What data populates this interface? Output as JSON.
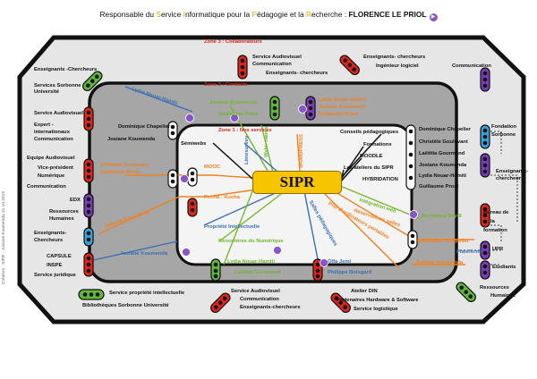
{
  "header": {
    "prefix": "Responsable du ",
    "w1_initial": "S",
    "w1_rest": "ervice ",
    "w2_initial": "I",
    "w2_rest": "nformatique pour la ",
    "w3_initial": "P",
    "w3_rest": "édagogie et la ",
    "w4_initial": "R",
    "w4_rest": "echerche : ",
    "name": "FLORENCE LE PRIOL",
    "badge_icon": "play-circle-icon"
  },
  "center": {
    "label": "SIPR"
  },
  "zones": {
    "zone3": "Zone 3 : Collaborateurs",
    "zone2": "Zone 2 : Contacts",
    "zone1": "Zone 1 : Nos services"
  },
  "credit": "Création : SIPR - Josiane Koumenda 31.10.2019",
  "outer_labels": {
    "top_ens": "Enseignants -Chercheurs",
    "top_sorbonne": [
      "Services Sorbonne",
      "Université"
    ],
    "top_av": [
      "Service Audiovisuel",
      "Communication",
      "Enseignants- chercheurs"
    ],
    "top_ens_right": "Enseignants- chercheurs",
    "top_ing": "Ingénieur logiciel",
    "top_comm": "Communication",
    "left_av": "Service Audiovisuel",
    "left_expert": [
      "Expert -",
      "internationaux",
      "Communication"
    ],
    "left_equipe": "Equipe Audiovisuel",
    "left_vp": [
      "Vice-président",
      "Numérique",
      "Communication"
    ],
    "left_edx": "EDX",
    "left_rh": [
      "Ressources",
      "Humaines"
    ],
    "left_ens": [
      "Enseignants-",
      "Chercheurs"
    ],
    "left_capsule": [
      "CAPSULE",
      "INSPE",
      "Service juridique"
    ],
    "right_fondation": [
      "Fondation",
      "Sorbonne"
    ],
    "right_ens": [
      "Enseignants-",
      "chercheurs"
    ],
    "right_bureau": [
      "Bureau de",
      "la",
      "formation"
    ],
    "right_upr": "UPR",
    "right_etudiants": "Etudiants",
    "right_rh": [
      "Ressources",
      "Humaines"
    ],
    "bottom_left": [
      "Service propriété intellectuelle",
      "Bibliothèques Sorbonne Université"
    ],
    "bottom_mid": [
      "Service Audiovisuel",
      "Communication",
      "Enseignants-chercheurs"
    ],
    "bottom_right": [
      "Atelier DIN",
      "Partenaires Hardware & Software",
      "Service logistique"
    ]
  },
  "people": {
    "lydia_nh": "Lydia Nouar-Hamiti",
    "dominique_c": "Dominique Chapelier",
    "josiane_k": "Josiane Koumenda",
    "guillaume_p": "Guillaume Prost",
    "lydia_nh_right1": "Lydia Nouar-Hamiti",
    "josiane_right": "Josiane Koumenda",
    "guillaume_right": "Guillaume Prost",
    "christele": "Christèle Goulevant",
    "guillaume_left": "Guillaume Prost",
    "josiane_left": "Josiane Koumenda",
    "josiane_koum_left": "Josiane Koumenda",
    "lydia_bottom": "Lydia Nouar-Hamiti",
    "laetitia_bottom": "Laëtitia Gourmand",
    "olfa": "Olfa Jemi",
    "philippe": "Philippe Boisgard",
    "seyhabou": "Seyhabou Seydi",
    "dominique_right": "Dominique Chapelier"
  },
  "right_list": [
    "Dominique Chapelier",
    "Christèle Goulevant",
    "Laëtitia Gourmand",
    "Josiane Koumenda",
    "Lydia Nouar-Hamiti",
    "Guillaume Prost"
  ],
  "services": {
    "semiweb": "Sémiwebs",
    "mooc": "MOOC",
    "pecha": "Pecha - Kucha",
    "pi": "Propriété Intellectuelle",
    "rencontres": "Rencontres du Numérique",
    "limesurvey": "Limesurvey",
    "webinaires": "Webi- naires",
    "wordpress": "WORDPRESS",
    "conseils": "Conseils pédagogiques",
    "formations": "Formations",
    "moodle": "MOODLE",
    "ateliers": "Les ateliers du SIPR",
    "hybridation": "HYBRIDATION",
    "integration": "Intégration web",
    "reservations": "Réservations salles",
    "prets": "Prêt d'ordinateurs portables",
    "salles": "Salles pédagogiques",
    "plateforme": "Plateforme"
  },
  "colors": {
    "frame": "#111111",
    "zone1_fill": "#f2f2f2",
    "zone2_fill": "#a6a6a6",
    "zone3_fill": "#e6e6e6",
    "sipr": "#f6c500",
    "red_light": "#e0261a",
    "green_light": "#5fb83a",
    "purple_light": "#7a3db8",
    "blue_light": "#3aa0d8",
    "orange_line": "#f08020",
    "green_line": "#77b82a",
    "blue_line": "#3a6fb5"
  }
}
